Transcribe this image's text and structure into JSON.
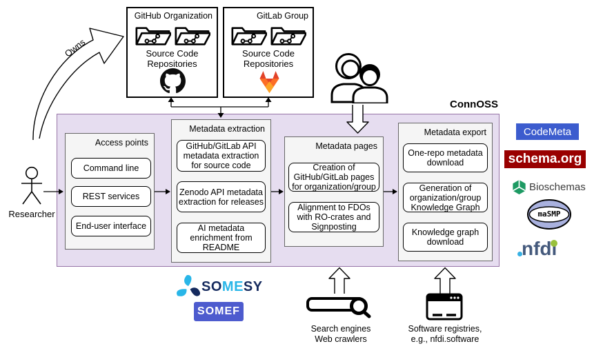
{
  "connoss": {
    "label": "ConnOSS",
    "access_points": {
      "title": "Access points",
      "items": [
        "Command line",
        "REST services",
        "End-user interface"
      ]
    },
    "metadata_extraction": {
      "title": "Metadata extraction",
      "items": [
        "GitHub/GitLab API metadata extraction for source code",
        "Zenodo API metadata extraction for releases",
        "AI metadata enrichment from README"
      ]
    },
    "metadata_pages": {
      "title": "Metadata pages",
      "items": [
        "Creation of GitHub/GitLab pages for organization/group",
        "Alignment to FDOs with RO-crates and Signposting"
      ]
    },
    "metadata_export": {
      "title": "Metadata export",
      "items": [
        "One-repo metadata download",
        "Generation of organization/group Knowledge Graph",
        "Knowledge graph download"
      ]
    }
  },
  "actors": {
    "researcher": "Researcher",
    "owns": "Owns"
  },
  "repositories": {
    "github": {
      "title": "GitHub Organization",
      "caption": "Source Code\nRepositories"
    },
    "gitlab": {
      "title": "GitLab Group",
      "caption": "Source Code\nRepositories"
    }
  },
  "external_sources": {
    "search": "Search engines\nWeb crawlers",
    "registries": "Software registries,\ne.g., nfdi.software"
  },
  "standards": {
    "codemeta": "CodeMeta",
    "schema_org": "schema.org",
    "bioschemas": "Bioschemas",
    "masmp": "maSMP",
    "nfdi": "nfdi"
  },
  "tools": {
    "somesy": {
      "p1": "SO",
      "p2": "ME",
      "p3": "SY"
    },
    "somef": "SOMEF"
  },
  "colors": {
    "purple_fill": "#e6ddf0",
    "purple_border": "#9673a6",
    "panel_fill": "#f5f5f5",
    "panel_border": "#666666",
    "codemeta_bg": "#3c5cce",
    "schema_bg": "#990000",
    "bioschemas_green": "#1d9a63",
    "somef_bg": "#4d5bce",
    "somesy_cyan": "#29b6e8",
    "somesy_navy": "#152a5e",
    "nfdi_slate": "#44597c",
    "nfdi_cyan": "#38b1e4",
    "nfdi_green": "#99c13c",
    "gitlab_dark": "#e24329",
    "gitlab_mid": "#fc6d26",
    "gitlab_light": "#fca326",
    "masmp_band": "#a9b1de"
  }
}
